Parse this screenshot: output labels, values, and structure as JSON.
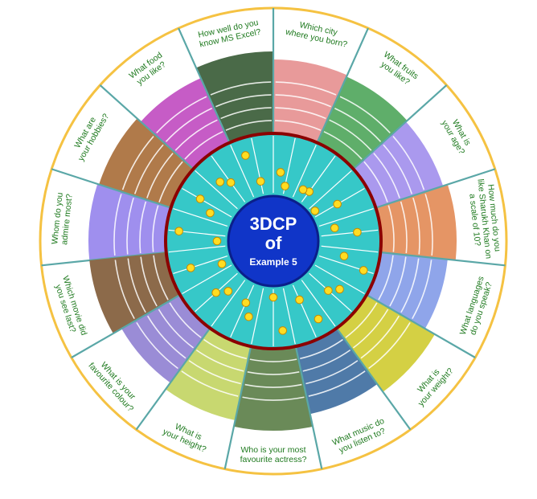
{
  "center": {
    "line1": "3DCP",
    "line2": "of",
    "line3": "Example 5"
  },
  "colors": {
    "outer_ring": "#f5c242",
    "outer_ring_fill": "#ffffff",
    "divider": "#5aa7a7",
    "inner_disc": "#36c8c8",
    "inner_spoke": "#ffffff",
    "inner_border": "#8b0000",
    "hub": "#1035c8",
    "hub_border": "#0a1f8a",
    "dot": "#ffdd22",
    "dot_border": "#c78b00",
    "question_text": "#1f7a1f"
  },
  "questions": [
    {
      "lines": [
        "Whom do you",
        "admire most?"
      ],
      "color": "#9f8fee"
    },
    {
      "lines": [
        "What are",
        "your hobbies?"
      ],
      "color": "#b07a4a"
    },
    {
      "lines": [
        "What food",
        "you like?"
      ],
      "color": "#c65cc6"
    },
    {
      "lines": [
        "How well do you",
        "know MS Excel?"
      ],
      "color": "#4a6a48"
    },
    {
      "lines": [
        "Which city",
        "where you born?"
      ],
      "color": "#e89a9a"
    },
    {
      "lines": [
        "What fruits",
        "you like?"
      ],
      "color": "#5fae6a"
    },
    {
      "lines": [
        "What is",
        "your age?"
      ],
      "color": "#aa99ee"
    },
    {
      "lines": [
        "How much do you",
        "like Sharukh Khan on",
        "a scale of 10?"
      ],
      "color": "#e59565"
    },
    {
      "lines": [
        "What languages",
        "do you speak?"
      ],
      "color": "#8fa5ea"
    },
    {
      "lines": [
        "What is",
        "your weight?"
      ],
      "color": "#d4d044"
    },
    {
      "lines": [
        "What music do",
        "you listen to?"
      ],
      "color": "#4f7aa8"
    },
    {
      "lines": [
        "Who is your most",
        "favourite actress?"
      ],
      "color": "#6a8a58"
    },
    {
      "lines": [
        "What is",
        "your height?"
      ],
      "color": "#c8d870"
    },
    {
      "lines": [
        "What is your",
        "favourite colour?"
      ],
      "color": "#9a8cd6"
    },
    {
      "lines": [
        "Which movie did",
        "you see last?"
      ],
      "color": "#8c6a4a"
    }
  ]
}
